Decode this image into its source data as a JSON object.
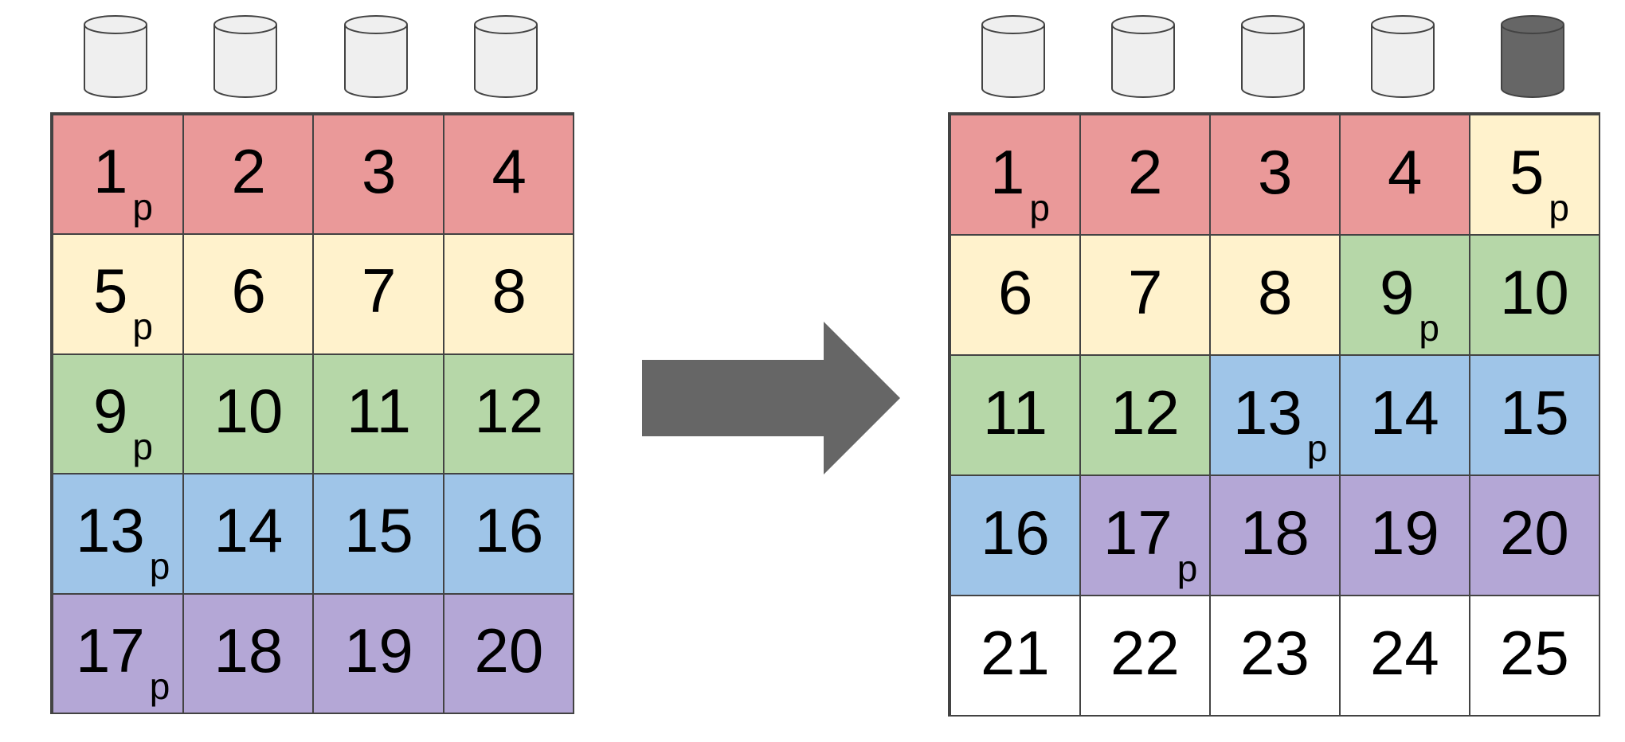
{
  "colors": {
    "red": "#ea9999",
    "yellow": "#fff2cc",
    "green": "#b6d7a8",
    "blue": "#9fc5e8",
    "purple": "#b4a7d6",
    "white": "#ffffff",
    "border": "#434343",
    "disk": "#efefef",
    "disk_parity": "#666666",
    "arrow": "#666666"
  },
  "icons": {
    "disk": "cylinder-disk-icon",
    "arrow": "right-arrow-icon"
  },
  "left_layout": {
    "disks": [
      "normal",
      "normal",
      "normal",
      "normal"
    ],
    "rows": [
      [
        {
          "num": "1",
          "sub": "p",
          "color": "red"
        },
        {
          "num": "2",
          "sub": "",
          "color": "red"
        },
        {
          "num": "3",
          "sub": "",
          "color": "red"
        },
        {
          "num": "4",
          "sub": "",
          "color": "red"
        }
      ],
      [
        {
          "num": "5",
          "sub": "p",
          "color": "yellow"
        },
        {
          "num": "6",
          "sub": "",
          "color": "yellow"
        },
        {
          "num": "7",
          "sub": "",
          "color": "yellow"
        },
        {
          "num": "8",
          "sub": "",
          "color": "yellow"
        }
      ],
      [
        {
          "num": "9",
          "sub": "p",
          "color": "green"
        },
        {
          "num": "10",
          "sub": "",
          "color": "green"
        },
        {
          "num": "11",
          "sub": "",
          "color": "green"
        },
        {
          "num": "12",
          "sub": "",
          "color": "green"
        }
      ],
      [
        {
          "num": "13",
          "sub": "p",
          "color": "blue"
        },
        {
          "num": "14",
          "sub": "",
          "color": "blue"
        },
        {
          "num": "15",
          "sub": "",
          "color": "blue"
        },
        {
          "num": "16",
          "sub": "",
          "color": "blue"
        }
      ],
      [
        {
          "num": "17",
          "sub": "p",
          "color": "purple"
        },
        {
          "num": "18",
          "sub": "",
          "color": "purple"
        },
        {
          "num": "19",
          "sub": "",
          "color": "purple"
        },
        {
          "num": "20",
          "sub": "",
          "color": "purple"
        }
      ]
    ]
  },
  "right_layout": {
    "disks": [
      "normal",
      "normal",
      "normal",
      "normal",
      "parity"
    ],
    "rows": [
      [
        {
          "num": "1",
          "sub": "p",
          "color": "red"
        },
        {
          "num": "2",
          "sub": "",
          "color": "red"
        },
        {
          "num": "3",
          "sub": "",
          "color": "red"
        },
        {
          "num": "4",
          "sub": "",
          "color": "red"
        },
        {
          "num": "5",
          "sub": "p",
          "color": "yellow"
        }
      ],
      [
        {
          "num": "6",
          "sub": "",
          "color": "yellow"
        },
        {
          "num": "7",
          "sub": "",
          "color": "yellow"
        },
        {
          "num": "8",
          "sub": "",
          "color": "yellow"
        },
        {
          "num": "9",
          "sub": "p",
          "color": "green"
        },
        {
          "num": "10",
          "sub": "",
          "color": "green"
        }
      ],
      [
        {
          "num": "11",
          "sub": "",
          "color": "green"
        },
        {
          "num": "12",
          "sub": "",
          "color": "green"
        },
        {
          "num": "13",
          "sub": "p",
          "color": "blue"
        },
        {
          "num": "14",
          "sub": "",
          "color": "blue"
        },
        {
          "num": "15",
          "sub": "",
          "color": "blue"
        }
      ],
      [
        {
          "num": "16",
          "sub": "",
          "color": "blue"
        },
        {
          "num": "17",
          "sub": "p",
          "color": "purple"
        },
        {
          "num": "18",
          "sub": "",
          "color": "purple"
        },
        {
          "num": "19",
          "sub": "",
          "color": "purple"
        },
        {
          "num": "20",
          "sub": "",
          "color": "purple"
        }
      ],
      [
        {
          "num": "21",
          "sub": "",
          "color": "white"
        },
        {
          "num": "22",
          "sub": "",
          "color": "white"
        },
        {
          "num": "23",
          "sub": "",
          "color": "white"
        },
        {
          "num": "24",
          "sub": "",
          "color": "white"
        },
        {
          "num": "25",
          "sub": "",
          "color": "white"
        }
      ]
    ]
  }
}
